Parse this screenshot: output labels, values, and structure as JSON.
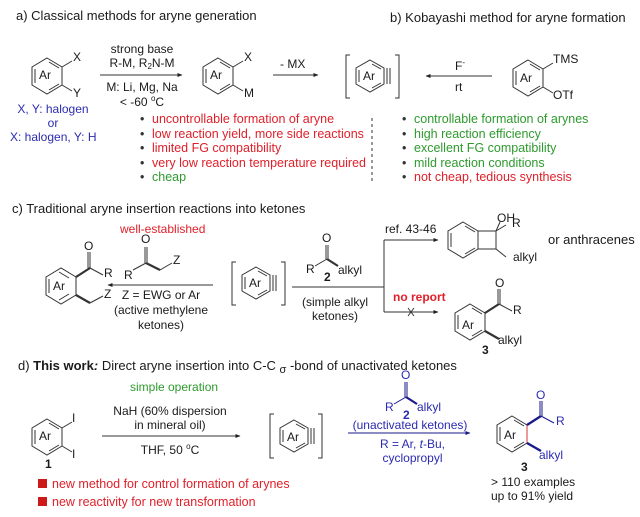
{
  "section_a": {
    "title": "a) Classical methods for aryne generation",
    "reactant": {
      "ring": "Ar",
      "sub1": "X",
      "sub2": "Y"
    },
    "conditions_above": [
      "strong base",
      "R-M, R2N-M"
    ],
    "conditions_below": [
      "M: Li, Mg, Na",
      "< -60 °C"
    ],
    "intermediate": {
      "ring": "Ar",
      "sub1": "X",
      "sub2": "M"
    },
    "elimination": "- MX",
    "aryne": {
      "ring": "Ar"
    },
    "substituent_note": [
      "X, Y: halogen",
      "or",
      "X: halogen, Y: H"
    ],
    "bullets": [
      {
        "text": "uncontrollable formation of aryne",
        "tone": "negative"
      },
      {
        "text": "low reaction yield, more side reactions",
        "tone": "negative"
      },
      {
        "text": "limited FG compatibility",
        "tone": "negative"
      },
      {
        "text": "very low reaction temperature required",
        "tone": "negative"
      },
      {
        "text": "cheap",
        "tone": "positive"
      }
    ]
  },
  "section_b": {
    "title": "b) Kobayashi method for aryne formation",
    "reagent_above": "F-",
    "reagent_below": "rt",
    "precursor": {
      "ring": "Ar",
      "sub1": "TMS",
      "sub2": "OTf"
    },
    "bullets": [
      {
        "text": "controllable formation of arynes",
        "tone": "positive"
      },
      {
        "text": "high reaction efficiency",
        "tone": "positive"
      },
      {
        "text": "excellent FG compatibility",
        "tone": "positive"
      },
      {
        "text": "mild reaction conditions",
        "tone": "positive"
      },
      {
        "text": "not cheap, tedious synthesis",
        "tone": "negative"
      }
    ]
  },
  "section_c": {
    "title": "c) Traditional aryne insertion reactions into ketones",
    "left_label": "well-established",
    "left_reagent": {
      "o": "O",
      "r": "R",
      "z": "Z"
    },
    "left_conditions": [
      "Z = EWG or Ar",
      "(active methylene",
      "ketones)"
    ],
    "left_product": {
      "ring": "Ar",
      "o": "O",
      "r": "R",
      "z": "Z"
    },
    "aryne": {
      "ring": "Ar"
    },
    "ketone": {
      "o": "O",
      "r": "R",
      "num": "2",
      "alkyl": "alkyl"
    },
    "ketone_note": [
      "(simple alkyl",
      "ketones)"
    ],
    "ref_label": "ref. 43-46",
    "upper_product": {
      "oh": "OH",
      "r": "R",
      "alkyl": "alkyl",
      "note": "or anthracenes"
    },
    "no_report_label": "no report",
    "lower_product": {
      "ring": "Ar",
      "o": "O",
      "r": "R",
      "alkyl": "alkyl",
      "num": "3"
    }
  },
  "section_d": {
    "title_prefix": "d) ",
    "title_bold": "This work",
    "title_colon": ":",
    "title_rest": " Direct aryne insertion into C-C ",
    "title_sigma": "σ",
    "title_end": " -bond of unactivated ketones",
    "op_label": "simple operation",
    "reactant": {
      "ring": "Ar",
      "sub1": "I",
      "sub2": "I",
      "num": "1"
    },
    "conditions_above": [
      "NaH (60% dispersion",
      "in mineral oil)"
    ],
    "conditions_below": "THF, 50 °C",
    "aryne": {
      "ring": "Ar"
    },
    "ketone": {
      "o": "O",
      "r": "R",
      "num": "2",
      "alkyl": "alkyl"
    },
    "ketone_note": "(unactivated ketones)",
    "r_note": [
      "R = Ar, t-Bu,",
      "cyclopropyl"
    ],
    "product": {
      "ring": "Ar",
      "o": "O",
      "r": "R",
      "alkyl": "alkyl",
      "num": "3"
    },
    "result": [
      "> 110 examples",
      "up to 91% yield"
    ],
    "highlights": [
      "new method for control formation of arynes",
      "new reactivity for new transformation"
    ]
  },
  "colors": {
    "negative": "#e0202a",
    "positive": "#2e9a2e",
    "accent_blue": "#2b2bb0",
    "bond_red": "#e07070"
  }
}
